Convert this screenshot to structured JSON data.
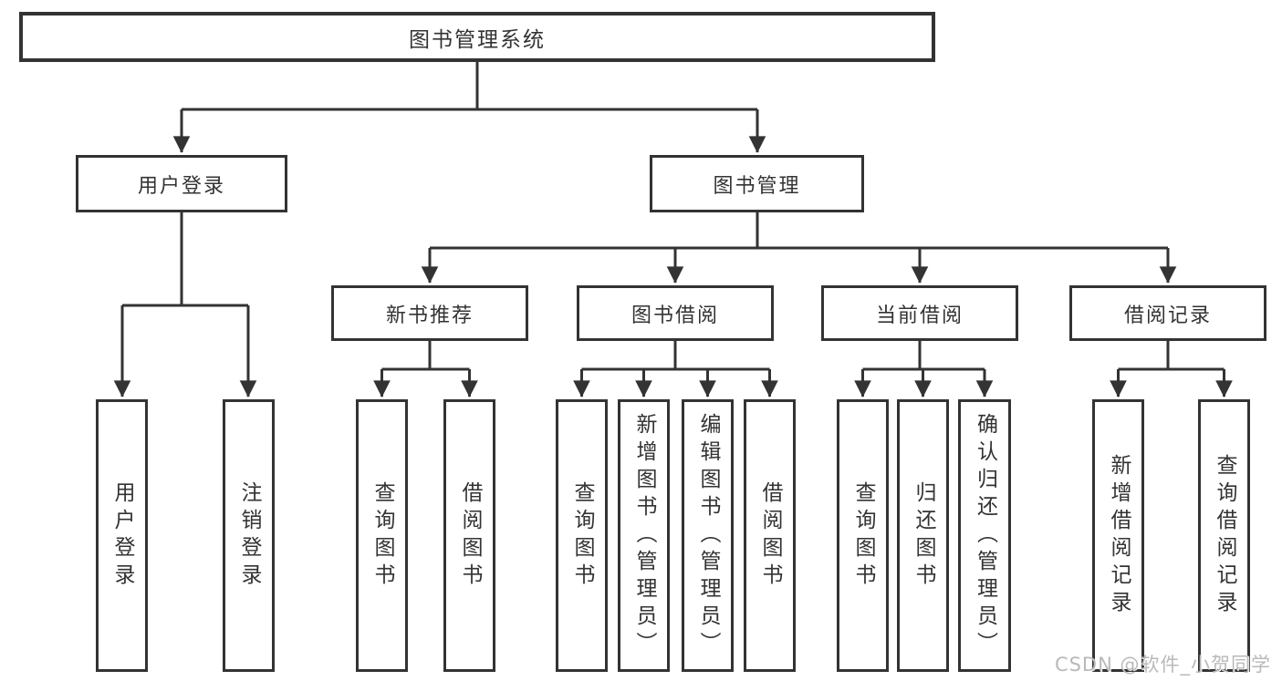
{
  "diagram": {
    "root": {
      "label": "图书管理系统"
    },
    "level2": [
      {
        "label": "用户登录"
      },
      {
        "label": "图书管理"
      }
    ],
    "level3": [
      {
        "label": "新书推荐"
      },
      {
        "label": "图书借阅"
      },
      {
        "label": "当前借阅"
      },
      {
        "label": "借阅记录"
      }
    ],
    "leaves": [
      {
        "label": "用户登录"
      },
      {
        "label": "注销登录"
      },
      {
        "label": "查询图书"
      },
      {
        "label": "借阅图书"
      },
      {
        "label": "查询图书"
      },
      {
        "label": "新增图书（管理员）"
      },
      {
        "label": "编辑图书（管理员）"
      },
      {
        "label": "借阅图书"
      },
      {
        "label": "查询图书"
      },
      {
        "label": "归还图书"
      },
      {
        "label": "确认归还（管理员）"
      },
      {
        "label": "新增借阅记录"
      },
      {
        "label": "查询借阅记录"
      }
    ],
    "hierarchy": {
      "图书管理系统": [
        "用户登录",
        "图书管理"
      ],
      "用户登录": [
        "用户登录",
        "注销登录"
      ],
      "图书管理": [
        "新书推荐",
        "图书借阅",
        "当前借阅",
        "借阅记录"
      ],
      "新书推荐": [
        "查询图书",
        "借阅图书"
      ],
      "图书借阅": [
        "查询图书",
        "新增图书（管理员）",
        "编辑图书（管理员）",
        "借阅图书"
      ],
      "当前借阅": [
        "查询图书",
        "归还图书",
        "确认归还（管理员）"
      ],
      "借阅记录": [
        "新增借阅记录",
        "查询借阅记录"
      ]
    },
    "colors": {
      "line": "#333333",
      "box_border": "#333333",
      "text": "#333333",
      "background": "#ffffff",
      "watermark": "#b9b9b9"
    }
  },
  "watermark": {
    "text": "CSDN @软件_小贺同学"
  }
}
